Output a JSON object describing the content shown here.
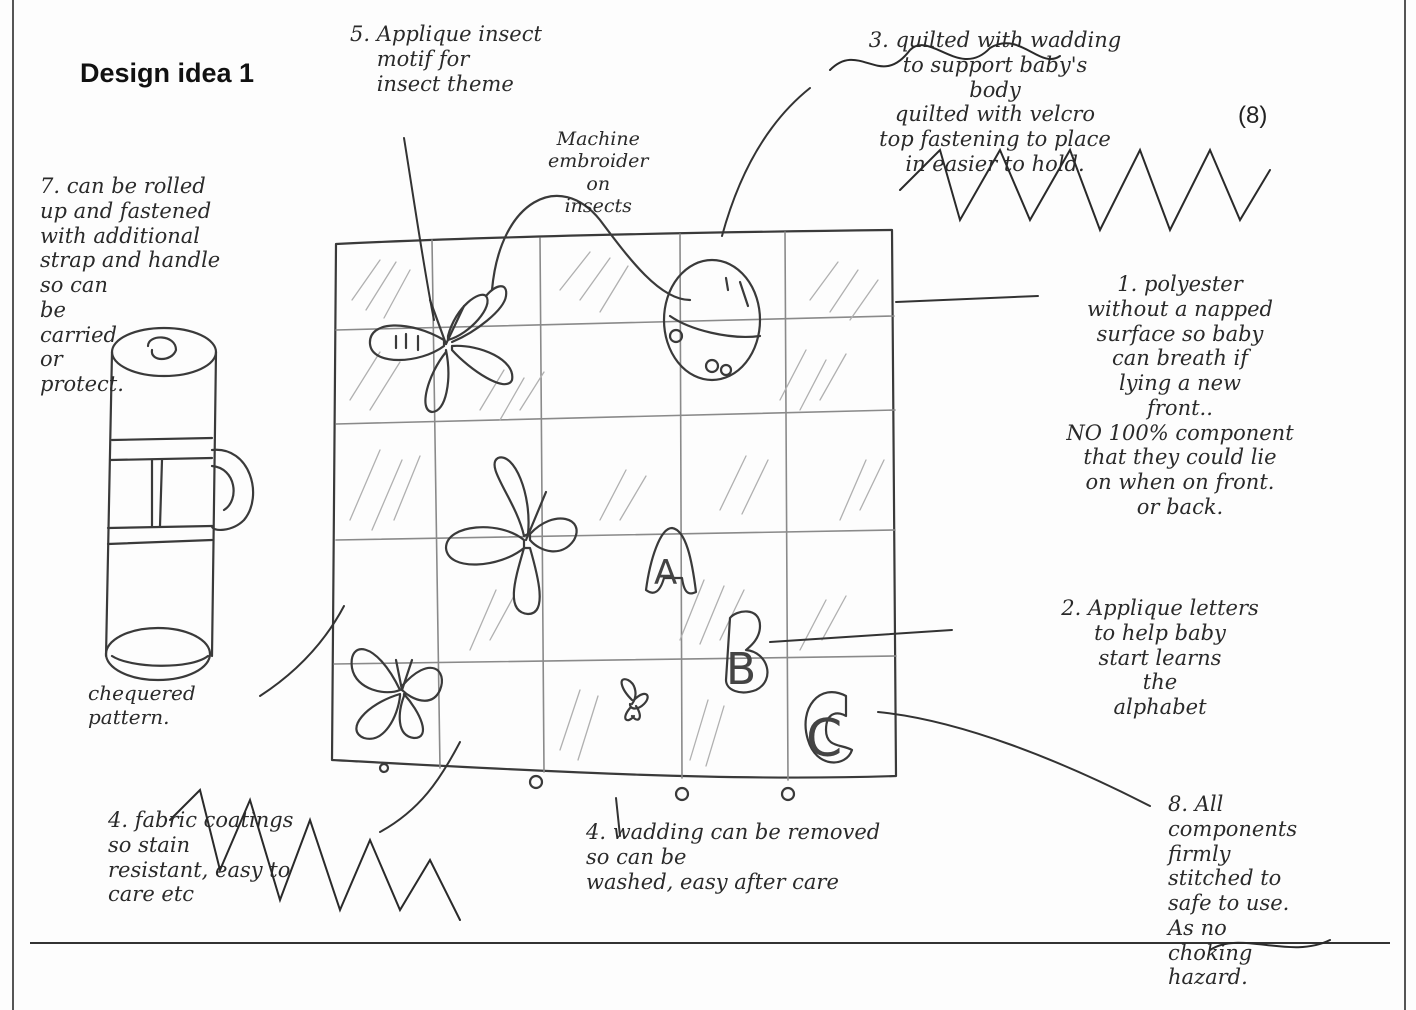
{
  "heading": {
    "title": "Design idea 1",
    "marks": "(8)"
  },
  "annotations": {
    "note_5": "5. Applique insect\n    motif for\n    insect theme",
    "machine_embroider": "Machine\nembroider\non\ninsects",
    "note_3": "3. quilted with wadding\nto support baby's\nbody\nquilted with velcro\ntop fastening to place\nin easier to hold.",
    "note_1": "1. polyester\nwithout a napped\nsurface so baby\ncan breath if\nlying a new\nfront..\nNO 100% component\nthat they could lie\non when on front.\nor back.",
    "note_2": "2. Applique letters\nto help baby\nstart learns\nthe\nalphabet",
    "note_8": "8. All\ncomponents\nfirmly\nstitched to\nsafe to use.\nAs no\nchoking\nhazard.",
    "note_7": "7. can be rolled\nup and fastened\nwith additional\nstrap and handle\nso can\nbe\ncarried\nor\nprotect.",
    "checkered": "chequered\npattern.",
    "note_4a": "4. fabric coatings\nso stain\nresistant, easy to\ncare etc",
    "note_4b": "4. wadding can be removed\nso can be\nwashed, easy after care"
  },
  "sketch_letters": {
    "a": "A",
    "b": "B",
    "c": "C"
  },
  "colors": {
    "ink": "#2a2a2a",
    "pencil": "#9a9a9a",
    "paper": "#fdfdfd"
  }
}
